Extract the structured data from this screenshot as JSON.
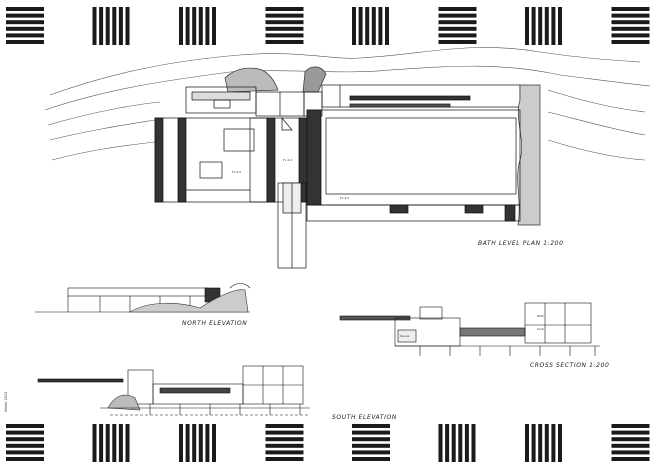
{
  "labels": {
    "bath_plan": "BATH LEVEL PLAN 1:200",
    "north_elevation": "NORTH ELEVATION",
    "cross_section": "CROSS SECTION 1:200",
    "south_elevation": "SOUTH ELEVATION"
  },
  "room_tags": {
    "plan_a": "FL 2.0",
    "plan_b": "FL 2.0",
    "plan_c": "FL 4.0",
    "section_a": "Bath",
    "section_b": "Club",
    "section_c": "Sauna"
  },
  "signature": "Name 2015",
  "pattern": {
    "top": [
      "h",
      "v",
      "v",
      "h",
      "v",
      "h",
      "v",
      "h"
    ],
    "bottom": [
      "h",
      "v",
      "v",
      "h",
      "h",
      "v",
      "v",
      "h"
    ]
  }
}
